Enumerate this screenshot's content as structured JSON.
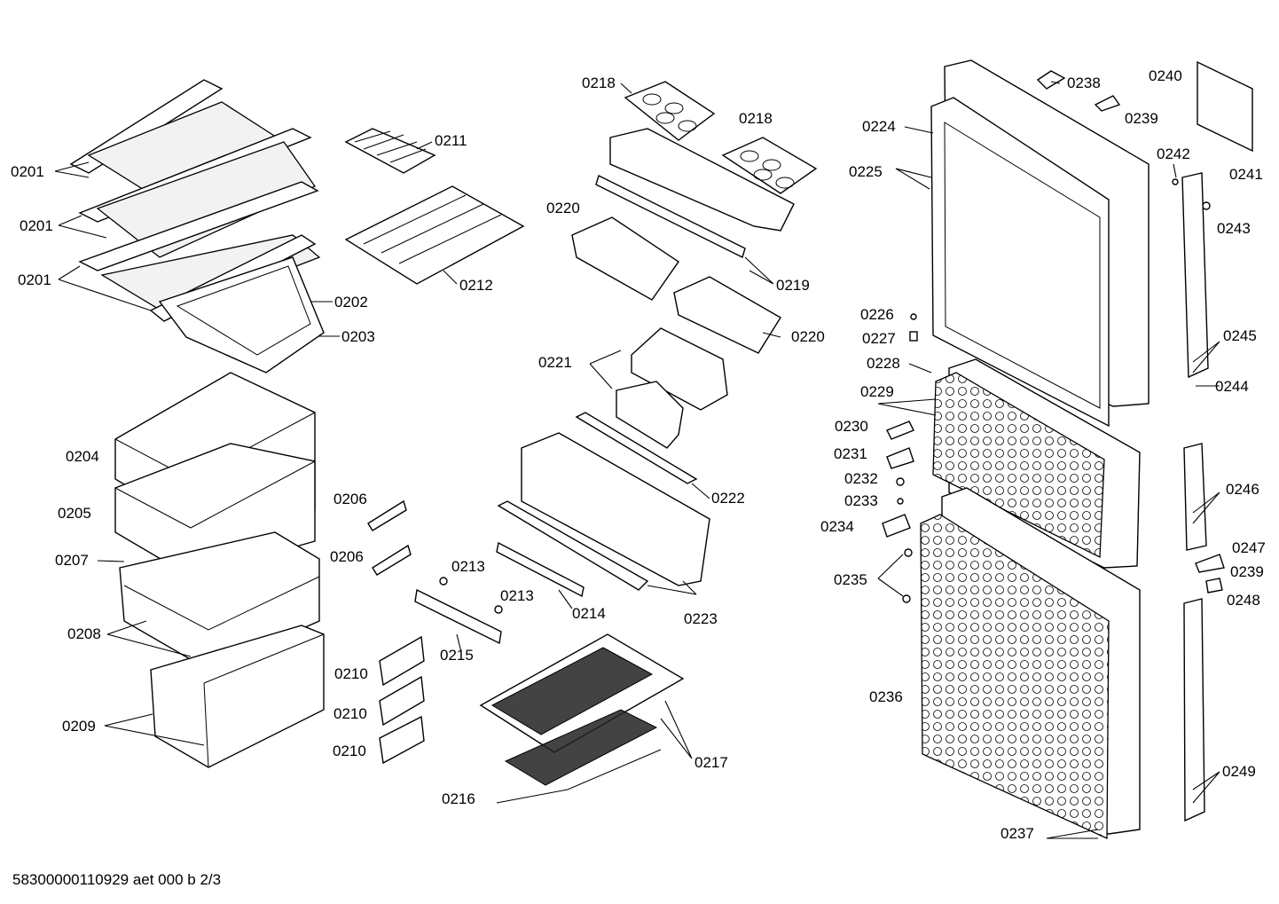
{
  "footer_text": "58300000110929 aet 000 b 2/3",
  "labels": {
    "l0201a": "0201",
    "l0201b": "0201",
    "l0201c": "0201",
    "l0202": "0202",
    "l0203": "0203",
    "l0204": "0204",
    "l0205": "0205",
    "l0206a": "0206",
    "l0206b": "0206",
    "l0207": "0207",
    "l0208": "0208",
    "l0209": "0209",
    "l0210a": "0210",
    "l0210b": "0210",
    "l0210c": "0210",
    "l0211": "0211",
    "l0212": "0212",
    "l0213a": "0213",
    "l0213b": "0213",
    "l0214": "0214",
    "l0215": "0215",
    "l0216": "0216",
    "l0217": "0217",
    "l0218a": "0218",
    "l0218b": "0218",
    "l0219": "0219",
    "l0220a": "0220",
    "l0220b": "0220",
    "l0221": "0221",
    "l0222": "0222",
    "l0223": "0223",
    "l0224": "0224",
    "l0225": "0225",
    "l0226": "0226",
    "l0227": "0227",
    "l0228": "0228",
    "l0229": "0229",
    "l0230": "0230",
    "l0231": "0231",
    "l0232": "0232",
    "l0233": "0233",
    "l0234": "0234",
    "l0235": "0235",
    "l0236": "0236",
    "l0237": "0237",
    "l0238": "0238",
    "l0239a": "0239",
    "l0239b": "0239",
    "l0240": "0240",
    "l0241": "0241",
    "l0242": "0242",
    "l0243": "0243",
    "l0244": "0244",
    "l0245": "0245",
    "l0246": "0246",
    "l0247": "0247",
    "l0248": "0248",
    "l0249": "0249"
  }
}
